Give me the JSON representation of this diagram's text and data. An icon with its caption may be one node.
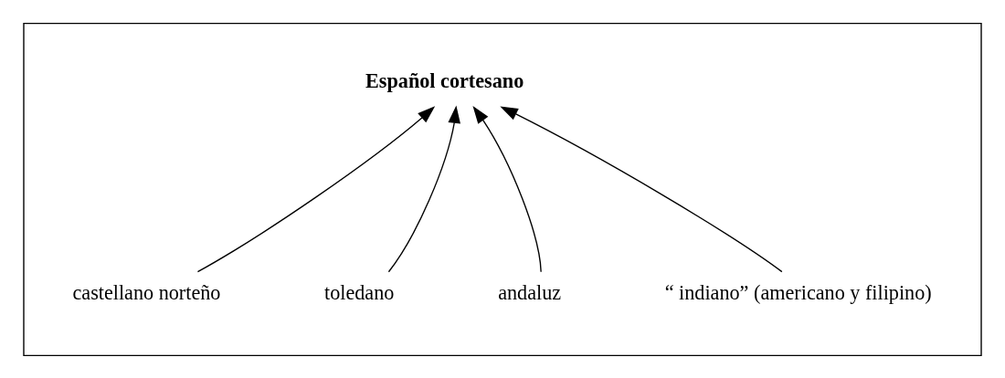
{
  "diagram": {
    "nodes": [
      {
        "text": [],
        "shape": "box"
      },
      {
        "text": [
          "Español cortesano"
        ],
        "in": 0
      },
      {
        "text": [
          "castellano norteño"
        ],
        "in": 0
      },
      {
        "text": [
          "toledano"
        ],
        "in": 0
      },
      {
        "text": [
          "andaluz"
        ],
        "in": 0
      },
      {
        "text": [
          "“ indiano” (americano y filipino)"
        ],
        "in": 0
      }
    ],
    "edges": [
      {
        "from": 2,
        "to": 1,
        "arrow": "to"
      },
      {
        "from": 3,
        "to": 1,
        "arrow": "to"
      },
      {
        "from": 4,
        "to": 1,
        "arrow": "to"
      },
      {
        "from": 5,
        "to": 1,
        "arrow": "to"
      }
    ]
  }
}
